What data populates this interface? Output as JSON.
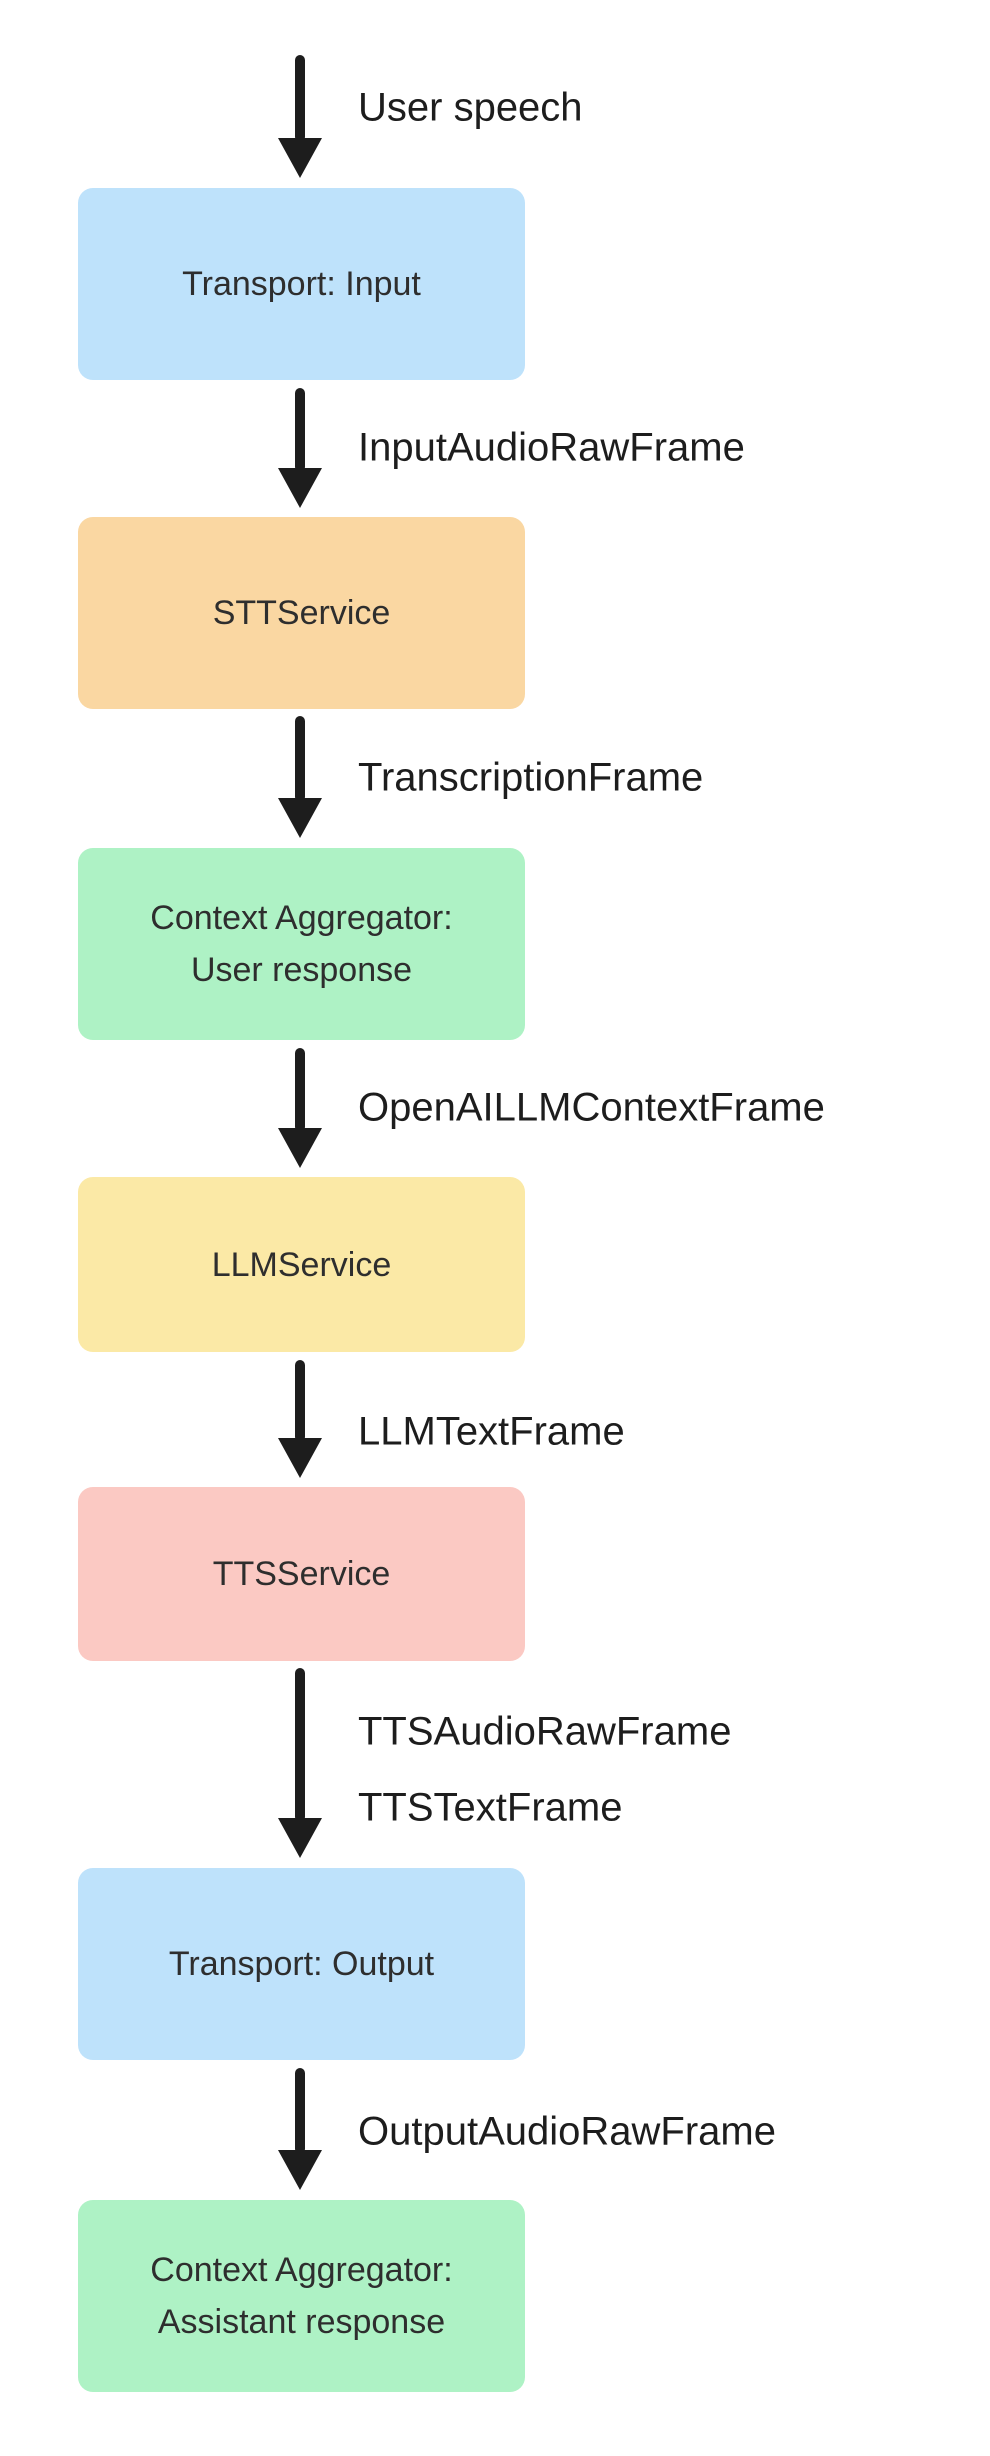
{
  "diagram": {
    "kind": "vertical-pipeline-flowchart",
    "arrow_color": "#1D1D1D",
    "edge_label_color": "#1D1D1D",
    "node_text_color": "#2E2E2E",
    "node_fills": {
      "transport": "#BEE2FB",
      "stt": "#FAD7A2",
      "context_aggregator": "#AEF2C5",
      "llm": "#FBE9A6",
      "tts": "#FBC9C3"
    },
    "nodes": [
      {
        "id": "transport-input",
        "fill": "#BEE2FB",
        "lines": [
          "Transport: Input"
        ]
      },
      {
        "id": "stt-service",
        "fill": "#FAD7A2",
        "lines": [
          "STTService"
        ]
      },
      {
        "id": "context-aggregator-user",
        "fill": "#AEF2C5",
        "lines": [
          "Context Aggregator:",
          "User response"
        ]
      },
      {
        "id": "llm-service",
        "fill": "#FBE9A6",
        "lines": [
          "LLMService"
        ]
      },
      {
        "id": "tts-service",
        "fill": "#FBC9C3",
        "lines": [
          "TTSService"
        ]
      },
      {
        "id": "transport-output",
        "fill": "#BEE2FB",
        "lines": [
          "Transport: Output"
        ]
      },
      {
        "id": "context-aggregator-assistant",
        "fill": "#AEF2C5",
        "lines": [
          "Context Aggregator:",
          "Assistant response"
        ]
      }
    ],
    "edges": [
      {
        "from": "start",
        "to": "transport-input",
        "lines": [
          "User speech"
        ]
      },
      {
        "from": "transport-input",
        "to": "stt-service",
        "lines": [
          "InputAudioRawFrame"
        ]
      },
      {
        "from": "stt-service",
        "to": "context-aggregator-user",
        "lines": [
          "TranscriptionFrame"
        ]
      },
      {
        "from": "context-aggregator-user",
        "to": "llm-service",
        "lines": [
          "OpenAILLMContextFrame"
        ]
      },
      {
        "from": "llm-service",
        "to": "tts-service",
        "lines": [
          "LLMTextFrame"
        ]
      },
      {
        "from": "tts-service",
        "to": "transport-output",
        "lines": [
          "TTSAudioRawFrame",
          "TTSTextFrame"
        ]
      },
      {
        "from": "transport-output",
        "to": "context-aggregator-assistant",
        "lines": [
          "OutputAudioRawFrame"
        ]
      }
    ]
  }
}
